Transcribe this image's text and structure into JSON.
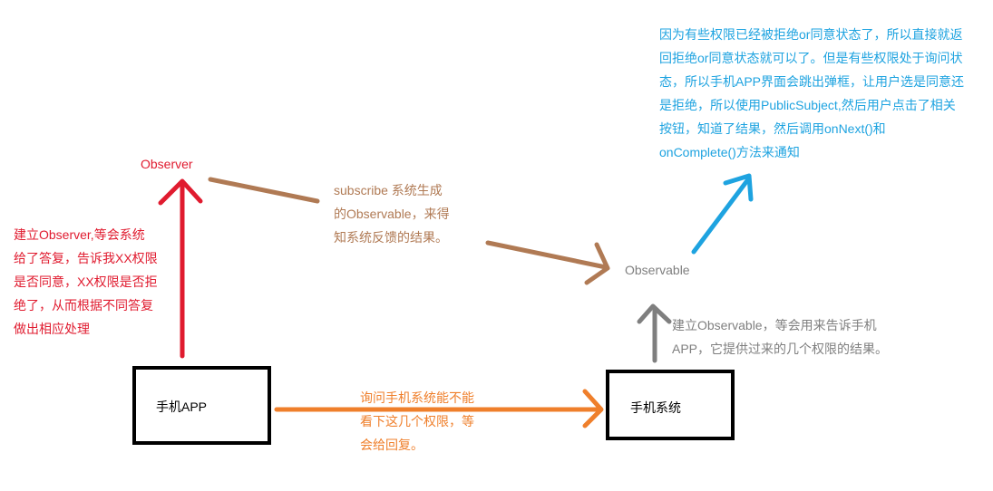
{
  "colors": {
    "observer": "#e01b2f",
    "observable": "#7f7f7f",
    "subscribe": "#b07a54",
    "query": "#ef7f2b",
    "notify": "#1ea3e0",
    "box_border": "#000000"
  },
  "labels": {
    "observer": "Observer",
    "observable": "Observable"
  },
  "boxes": {
    "phone_app": "手机APP",
    "phone_system": "手机系统"
  },
  "notes": {
    "observer_note": [
      "建立Observer,等会系统",
      "给了答复，告诉我XX权限",
      "是否同意，XX权限是否拒",
      "绝了，从而根据不同答复",
      "做出相应处理"
    ],
    "subscribe_note": [
      "subscribe 系统生成",
      "的Observable，来得",
      "知系统反馈的结果。"
    ],
    "observable_note": [
      "建立Observable，等会用来告诉手机",
      "APP，它提供过来的几个权限的结果。"
    ],
    "query_note": [
      "询问手机系统能不能",
      "看下这几个权限，等",
      "会给回复。"
    ],
    "notify_note": [
      "因为有些权限已经被拒绝or同意状态了，所以直接就返",
      "回拒绝or同意状态就可以了。但是有些权限处于询问状",
      "态，所以手机APP界面会跳出弹框，让用户选是同意还",
      "是拒绝，所以使用PublicSubject,然后用户点击了相关",
      "按钮，知道了结果，然后调用onNext()和",
      "onComplete()方法来通知"
    ]
  }
}
